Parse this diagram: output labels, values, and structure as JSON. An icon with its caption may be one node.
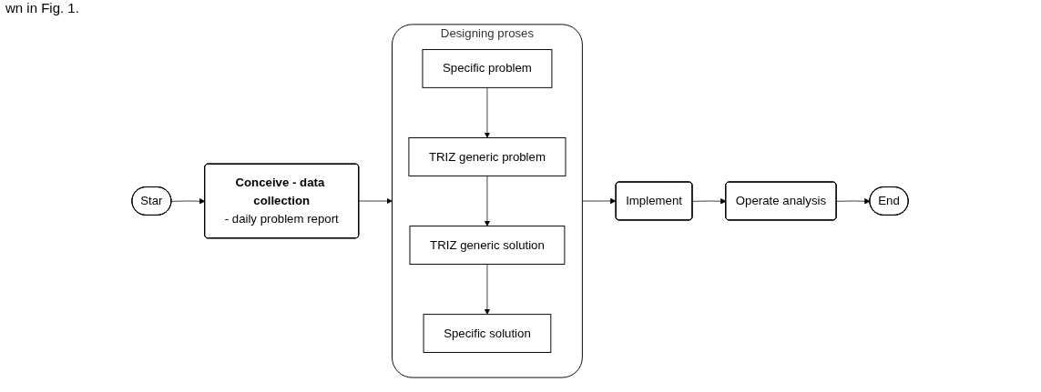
{
  "diagram": {
    "nodes": [
      {
        "text": [
          "Star"
        ]
      },
      {
        "text": [
          "Conceive - data collection",
          "- daily problem report"
        ]
      },
      {
        "text": [
          "Designing proses"
        ]
      },
      {
        "text": [
          "Specific problem"
        ],
        "in": 2
      },
      {
        "text": [
          "TRIZ generic problem"
        ],
        "in": 2
      },
      {
        "text": [
          "TRIZ generic solution"
        ],
        "in": 2
      },
      {
        "text": [
          "Specific solution"
        ],
        "in": 2
      },
      {
        "text": [
          "Implement"
        ]
      },
      {
        "text": [
          "Operate analysis"
        ]
      },
      {
        "text": [
          "End"
        ]
      }
    ],
    "edges": [
      {
        "from": 0,
        "to": 1,
        "arrow": "to"
      },
      {
        "from": 1,
        "to": 2,
        "arrow": "to"
      },
      {
        "from": 3,
        "to": 4,
        "arrow": "to"
      },
      {
        "from": 4,
        "to": 5,
        "arrow": "to"
      },
      {
        "from": 5,
        "to": 6,
        "arrow": "to"
      },
      {
        "from": 2,
        "to": 7,
        "arrow": "to"
      },
      {
        "from": 7,
        "to": 8,
        "arrow": "to"
      },
      {
        "from": 8,
        "to": 9,
        "arrow": "to"
      }
    ],
    "labels": [
      "wn in Fig. 1."
    ]
  }
}
